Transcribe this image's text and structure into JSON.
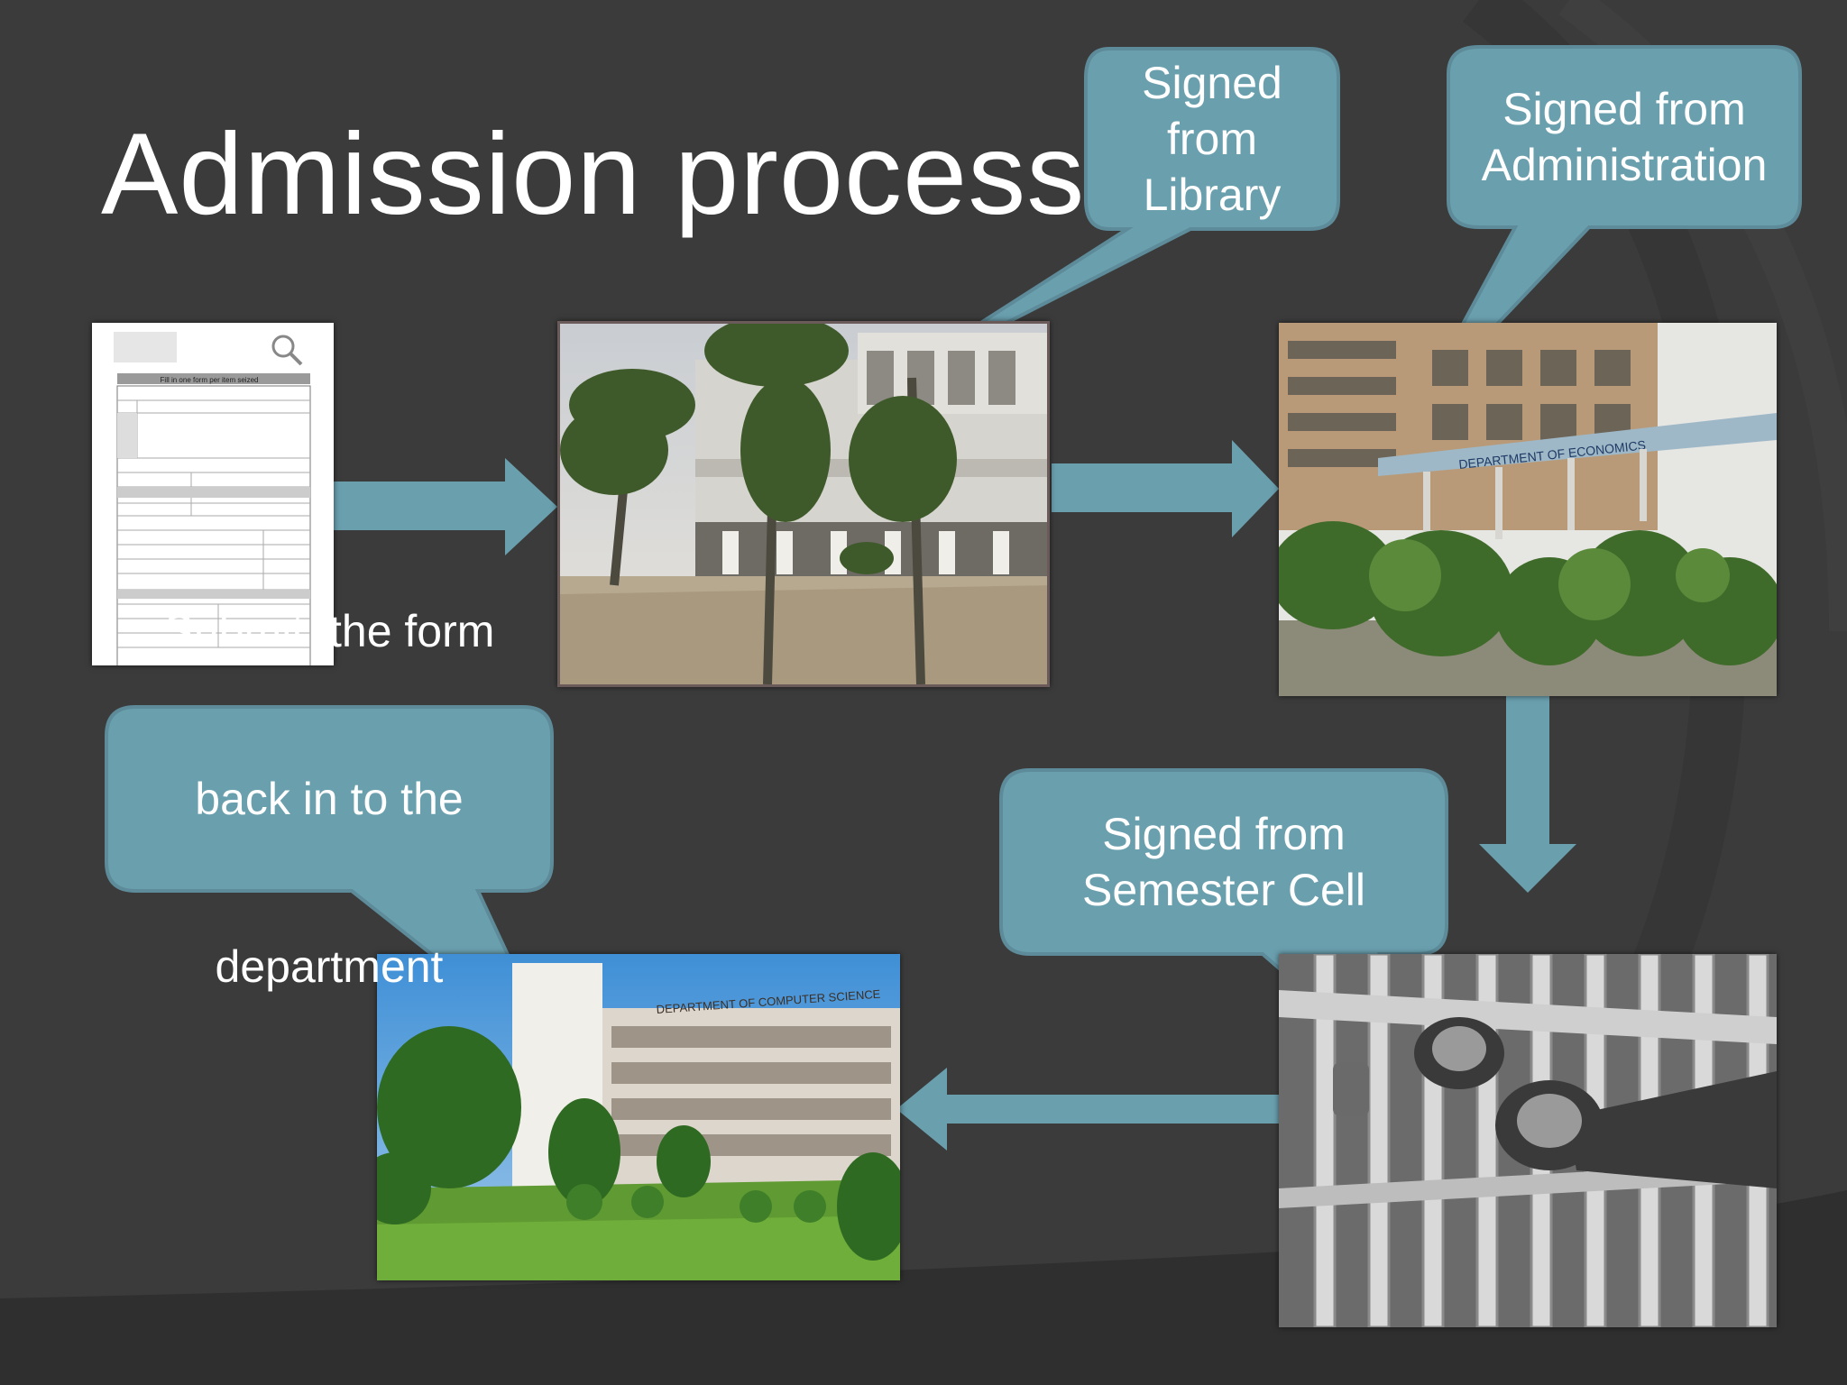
{
  "slide": {
    "title": "Admission process",
    "colors": {
      "background": "#3b3b3b",
      "callout_fill": "#6a9fae",
      "callout_stroke": "#5d8b99",
      "arrow_fill": "#6a9fae"
    }
  },
  "callouts": {
    "library": [
      "Signed",
      "from",
      "Library"
    ],
    "administration": [
      "Signed from",
      "Administration"
    ],
    "semester_cell": [
      "Signed from",
      "Semester Cell"
    ],
    "submit": [
      "Submit  the form",
      "back in to the",
      "department"
    ]
  },
  "form_doc": {
    "header": "Fill in one form per item seized"
  },
  "building_signs": {
    "economics": "DEPARTMENT  OF  ECONOMICS",
    "computer_science": "DEPARTMENT OF COMPUTER SCIENCE"
  },
  "flow": [
    "form",
    "library",
    "administration",
    "semester-cell",
    "department"
  ]
}
